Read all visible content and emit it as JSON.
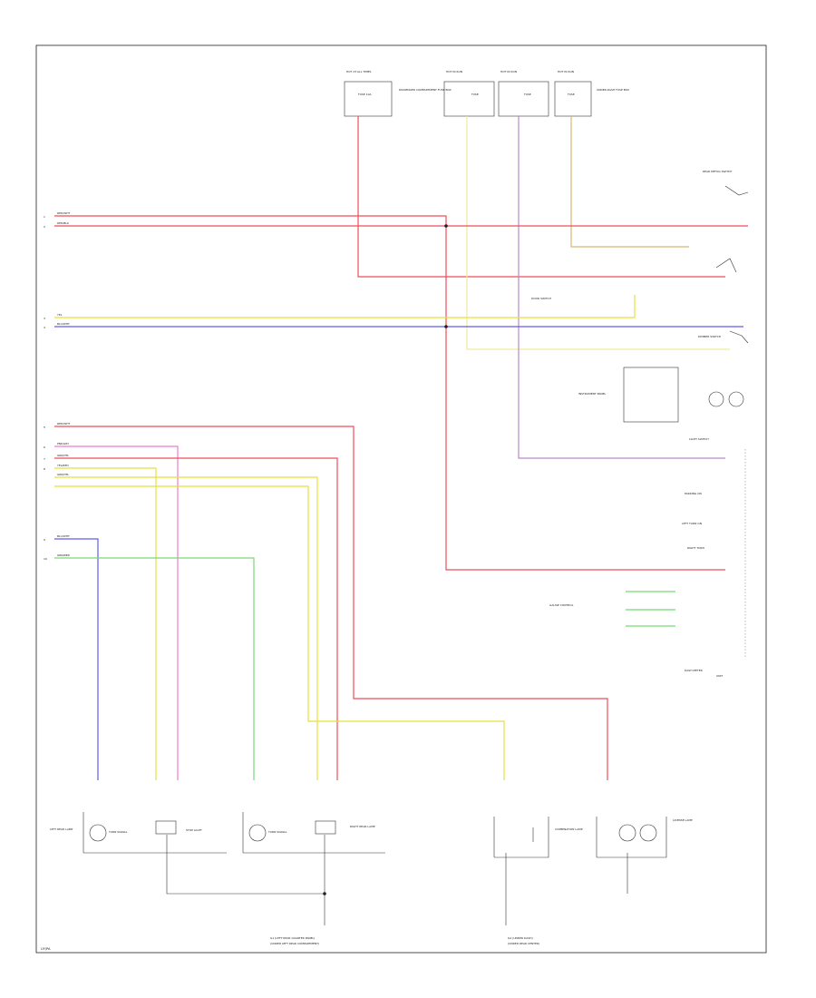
{
  "footer_code": "UY/PA",
  "colors": {
    "red": "#f04e5a",
    "pink": "#f07ad0",
    "yellow": "#e6e13c",
    "blue": "#5e5ef0",
    "green": "#77d977",
    "tan": "#d7b776",
    "palePurple": "#b98ac8",
    "lightYellow": "#efe9a0",
    "black": "#333333"
  },
  "labels": {
    "top_fuse_a": "HOT AT ALL TIMES",
    "top_fuse_a_sub": "FUSE 10A",
    "top_fuse_a_note": "PASSENGER COMPARTMENT FUSE BOX",
    "top_fuse_b": "HOT IN RUN",
    "top_fuse_c": "HOT IN RUN",
    "top_fuse_d": "HOT IN RUN",
    "top_fuse_d_note": "UNDER-DASH FUSE BOX",
    "fuse": "FUSE",
    "rear_window_switch": "REAR DEFOG SWITCH",
    "door_switch_label": "DOOR SWITCH",
    "dimmer_label": "DIMMER SWITCH",
    "instrument_panel": "INSTRUMENT PANEL",
    "combination_lamp": "COMBINATION LAMP",
    "light_switch": "LIGHT SWITCH",
    "parking_on": "PARKING ON",
    "left_turn_on": "LEFT TURN ON",
    "right_turn": "RIGHT TURN",
    "gauge_controls": "GAUGE CONTROL",
    "meter_module": "DASH METER",
    "meter_unit": "UNIT",
    "left_rear_lamp": "LEFT REAR LAMP",
    "right_rear_lamp": "RIGHT REAR LAMP",
    "turn_signal": "TURN SIGNAL",
    "stop_light": "STOP LIGHT",
    "license_lamp": "LICENSE LAMP",
    "ground_left": "G1 (LEFT REAR QUARTER PANEL)",
    "ground_left_note": "(UNDER LEFT REAR COMPARTMENT)",
    "ground_right": "G2 (UNDER DASH)",
    "ground_right_note": "(UNDER REAR CENTER)"
  },
  "wires": {
    "w1": "RED/WHT",
    "w2": "RED/BLK",
    "w3": "YEL",
    "w4": "BLU/WHT",
    "w5": "RED/WHT",
    "w6": "PNK/GRY",
    "w7": "GRN/YEL",
    "w8": "YEL/RED",
    "w9": "GRN/YEL",
    "w10": "BLU/WHT",
    "w11": "GRN/RED"
  },
  "pins": [
    "1",
    "2",
    "3",
    "4",
    "5",
    "6",
    "7",
    "8",
    "9",
    "10"
  ]
}
